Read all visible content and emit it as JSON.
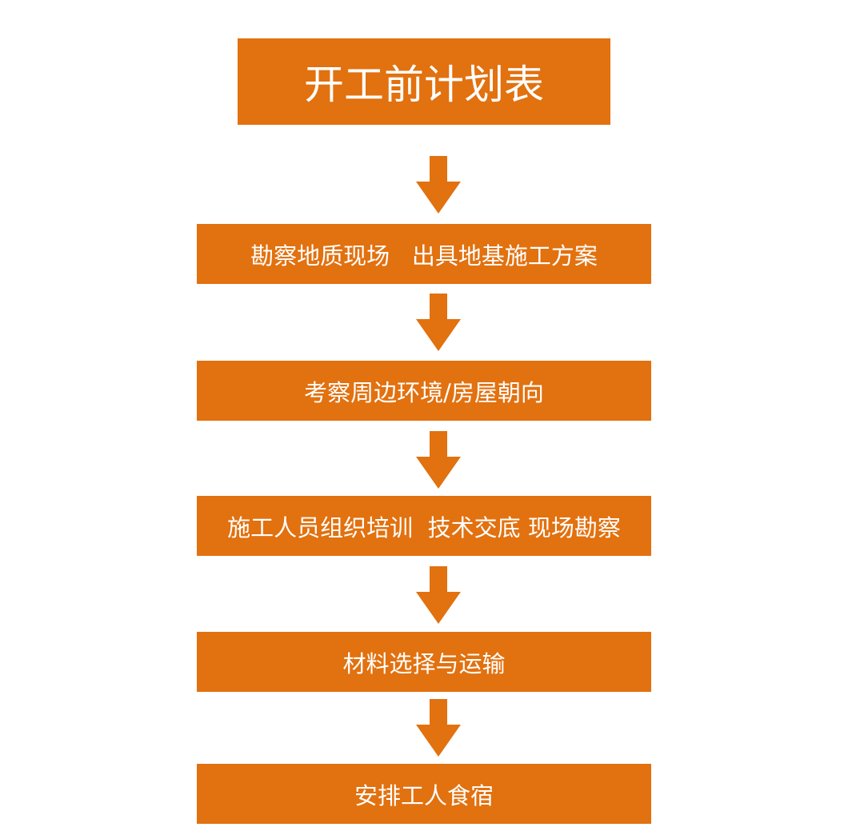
{
  "title": "开工前计划表",
  "steps": [
    "勘察地质现场   出具地基施工方案",
    "考察周边环境/房屋朝向",
    "施工人员组织培训  技术交底 现场勘察",
    "材料选择与运输",
    "安排工人食宿"
  ],
  "colors": {
    "box_fill": "#E2710F",
    "arrow_fill": "#E2710F",
    "text": "#FFFFFF",
    "background": "#FFFFFF"
  },
  "icons": {
    "arrow": "down-arrow-icon"
  }
}
